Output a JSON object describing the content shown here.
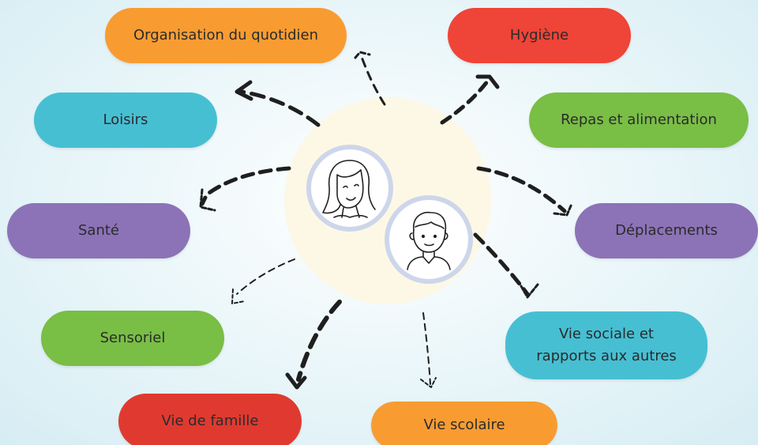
{
  "colors": {
    "orange": "#f89c32",
    "red": "#ef4438",
    "green": "#79be45",
    "teal": "#47bfd3",
    "purple": "#8c73b7",
    "center": "#fdf8e6",
    "arrow": "#1f1f1f"
  },
  "labels": {
    "organisation": "Organisation du quotidien",
    "hygiene": "Hygiène",
    "loisirs": "Loisirs",
    "repas": "Repas et alimentation",
    "sante": "Santé",
    "deplacements": "Déplacements",
    "sensoriel": "Sensoriel",
    "vie_sociale_line1": "Vie sociale et",
    "vie_sociale_line2": "rapports aux autres",
    "vie_famille": "Vie de famille",
    "vie_scolaire": "Vie scolaire"
  },
  "icons": {
    "girl": "girl-face-icon",
    "boy": "boy-face-icon"
  }
}
